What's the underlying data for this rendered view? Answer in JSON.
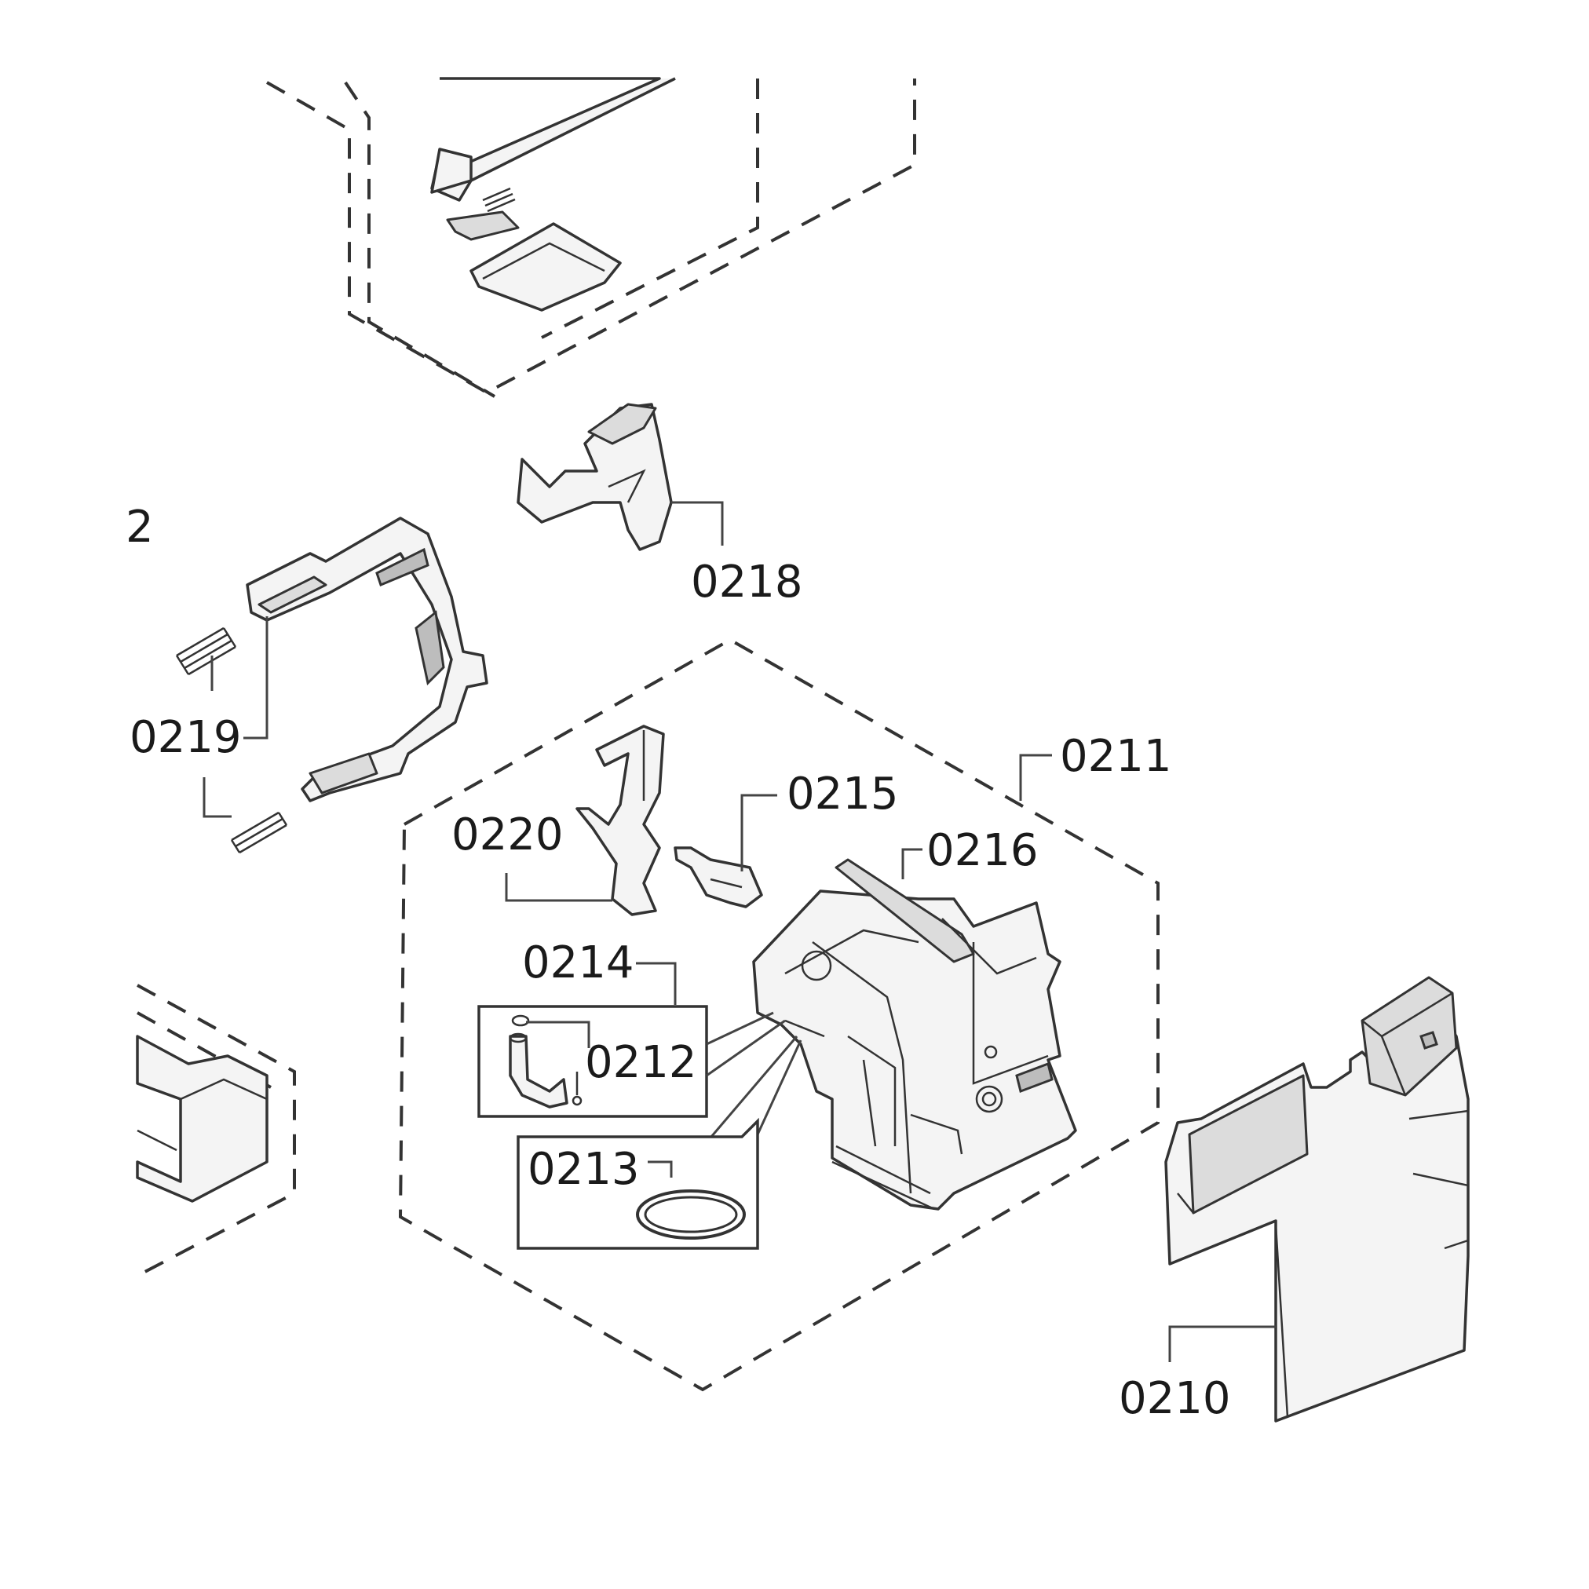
{
  "diagram": {
    "labels": {
      "l0210": "0210",
      "l0211": "0211",
      "l0212": "0212",
      "l0213": "0213",
      "l0214": "0214",
      "l0215": "0215",
      "l0216": "0216",
      "l0218": "0218",
      "l0219": "0219",
      "l0220": "0220",
      "cutoff_left": "2"
    }
  }
}
